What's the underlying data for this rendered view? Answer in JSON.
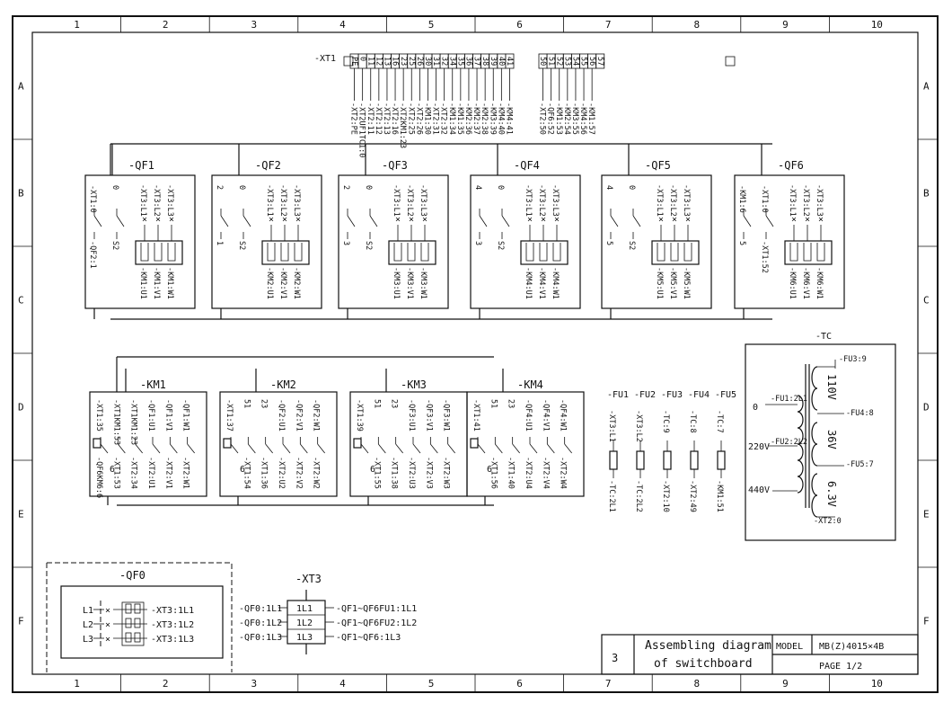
{
  "grid": {
    "columns": [
      "1",
      "2",
      "3",
      "4",
      "5",
      "6",
      "7",
      "8",
      "9",
      "10"
    ],
    "rows": [
      "A",
      "B",
      "C",
      "D",
      "E",
      "F"
    ]
  },
  "terminal_block": {
    "label": "-XT1",
    "terminals": [
      "PE",
      "0",
      "11",
      "12",
      "13",
      "16",
      "23",
      "25",
      "26",
      "30",
      "31",
      "32",
      "34",
      "35",
      "36",
      "37",
      "38",
      "39",
      "40",
      "41",
      "50",
      "51",
      "52",
      "53",
      "54",
      "55",
      "56",
      "57"
    ],
    "connections": [
      "-XT2:PE",
      "-XT2UF1TC1:0",
      "-XT2:11",
      "-XT2:12",
      "-XT2:13",
      "-XT2:16",
      "-XT2KM1:23",
      "-XT2:25",
      "-XT2:26",
      "-KM1:30",
      "-XT2:31",
      "-XT2:32",
      "-KM1:34",
      "-KM1:35",
      "-KM2:36",
      "-KM2:37",
      "-KM2:38",
      "-KM3:39",
      "-KM4:40",
      "-KM4:41",
      "-XT2:50",
      "-QF6:52",
      "-KM1:53",
      "-KM2:54",
      "-KM3:55",
      "-KM4:56",
      "-KM1:57"
    ]
  },
  "breakers": [
    {
      "label": "-QF1",
      "left": [
        "-XT1:0",
        "-QF2:1"
      ],
      "mid": [
        "0",
        "S2"
      ],
      "top": [
        "-XT3:L1",
        "-XT3:L2",
        "-XT3:L3"
      ],
      "bottom": [
        "-KM1:U1",
        "-KM1:V1",
        "-KM1:W1"
      ]
    },
    {
      "label": "-QF2",
      "left": [
        "2",
        "1"
      ],
      "mid": [
        "0",
        "S2"
      ],
      "top": [
        "-XT3:L1",
        "-XT3:L2",
        "-XT3:L3"
      ],
      "bottom": [
        "-KM2:U1",
        "-KM2:V1",
        "-KM2:W1"
      ]
    },
    {
      "label": "-QF3",
      "left": [
        "2",
        "3"
      ],
      "mid": [
        "0",
        "S2"
      ],
      "top": [
        "-XT3:L1",
        "-XT3:L2",
        "-XT3:L3"
      ],
      "bottom": [
        "-KM3:U1",
        "-KM3:V1",
        "-KM3:W1"
      ]
    },
    {
      "label": "-QF4",
      "left": [
        "4",
        "3"
      ],
      "mid": [
        "0",
        "S2"
      ],
      "top": [
        "-XT3:L1",
        "-XT3:L2",
        "-XT3:L3"
      ],
      "bottom": [
        "-KM4:U1",
        "-KM4:V1",
        "-KM4:W1"
      ]
    },
    {
      "label": "-QF5",
      "left": [
        "4",
        "5"
      ],
      "mid": [
        "0",
        "S2"
      ],
      "top": [
        "-XT3:L1",
        "-XT3:L2",
        "-XT3:L3"
      ],
      "bottom": [
        "-KM5:U1",
        "-KM5:V1",
        "-KM5:W1"
      ]
    },
    {
      "label": "-QF6",
      "left": [
        "-KM1:6",
        "5"
      ],
      "mid": [
        "-XT1:0",
        "-XT1:52"
      ],
      "top": [
        "-XT3:L1",
        "-XT3:L2",
        "-XT3:L3"
      ],
      "bottom": [
        "-KM6:U1",
        "-KM6:V1",
        "-KM6:W1"
      ]
    }
  ],
  "contactors": [
    {
      "label": "-KM1",
      "top": [
        "-XT1:35",
        "-XT1KM1:53",
        "-XT1KM1:23",
        "-QF1:U1",
        "-QF1:V1",
        "-QF1:W1"
      ],
      "mid": "6",
      "bottom": [
        "-QF6KM6:6",
        "-XT1:53",
        "-XT2:34",
        "-XT2:U1",
        "-XT2:V1",
        "-XT2:W1"
      ]
    },
    {
      "label": "-KM2",
      "top": [
        "-XT1:37",
        "51",
        "23",
        "-QF2:U1",
        "-QF2:V1",
        "-QF2:W1"
      ],
      "mid": "6",
      "bottom": [
        "-XT1:54",
        "-XT1:36",
        "-XT2:U2",
        "-XT2:V2",
        "-XT2:W2"
      ]
    },
    {
      "label": "-KM3",
      "top": [
        "-XT1:39",
        "51",
        "23",
        "-QF3:U1",
        "-QF3:V1",
        "-QF3:W1"
      ],
      "mid": "6",
      "bottom": [
        "-XT1:55",
        "-XT1:38",
        "-XT2:U3",
        "-XT2:V3",
        "-XT2:W3"
      ]
    },
    {
      "label": "-KM4",
      "top": [
        "-XT1:41",
        "51",
        "23",
        "-QF4:U1",
        "-QF4:V1",
        "-QF4:W1"
      ],
      "mid": "6",
      "bottom": [
        "-XT1:56",
        "-XT1:40",
        "-XT2:U4",
        "-XT2:V4",
        "-XT2:W4"
      ]
    }
  ],
  "fuses": [
    {
      "label": "-FU1",
      "top": "-XT3:L1",
      "bottom": "-TC:2L1"
    },
    {
      "label": "-FU2",
      "top": "-XT3:L2",
      "bottom": "-TC:2L2"
    },
    {
      "label": "-FU3",
      "top": "-TC:9",
      "bottom": "-XT2:10"
    },
    {
      "label": "-FU4",
      "top": "-TC:8",
      "bottom": "-XT2:49"
    },
    {
      "label": "-FU5",
      "top": "-TC:7",
      "bottom": "-KM1:51"
    }
  ],
  "transformer": {
    "label": "-TC",
    "inputs": [
      "0",
      "220V",
      "440V"
    ],
    "input_refs": [
      "-FU1:2L1",
      "-FU2:2L2"
    ],
    "outputs": [
      "110V",
      "36V",
      "6.3V"
    ],
    "output_refs": [
      "-FU3:9",
      "-FU4:8",
      "-FU5:7",
      "-XT2:0"
    ]
  },
  "qf0": {
    "label": "-QF0",
    "phases": [
      "L1",
      "L2",
      "L3"
    ],
    "refs": [
      "-XT3:1L1",
      "-XT3:1L2",
      "-XT3:1L3"
    ]
  },
  "xt3": {
    "label": "-XT3",
    "left": [
      "-QF0:1L1",
      "-QF0:1L2",
      "-QF0:1L3"
    ],
    "terminals": [
      "1L1",
      "1L2",
      "1L3"
    ],
    "right": [
      "-QF1~QF6FU1:1L1",
      "-QF1~QF6FU2:1L2",
      "-QF1~QF6:1L3"
    ]
  },
  "title_block": {
    "sheet": "3",
    "title_line1": "Assembling diagram",
    "title_line2": "of switchboard",
    "model_label": "MODEL",
    "model_value": "MB(Z)4015×4B",
    "page": "PAGE 1/2"
  }
}
